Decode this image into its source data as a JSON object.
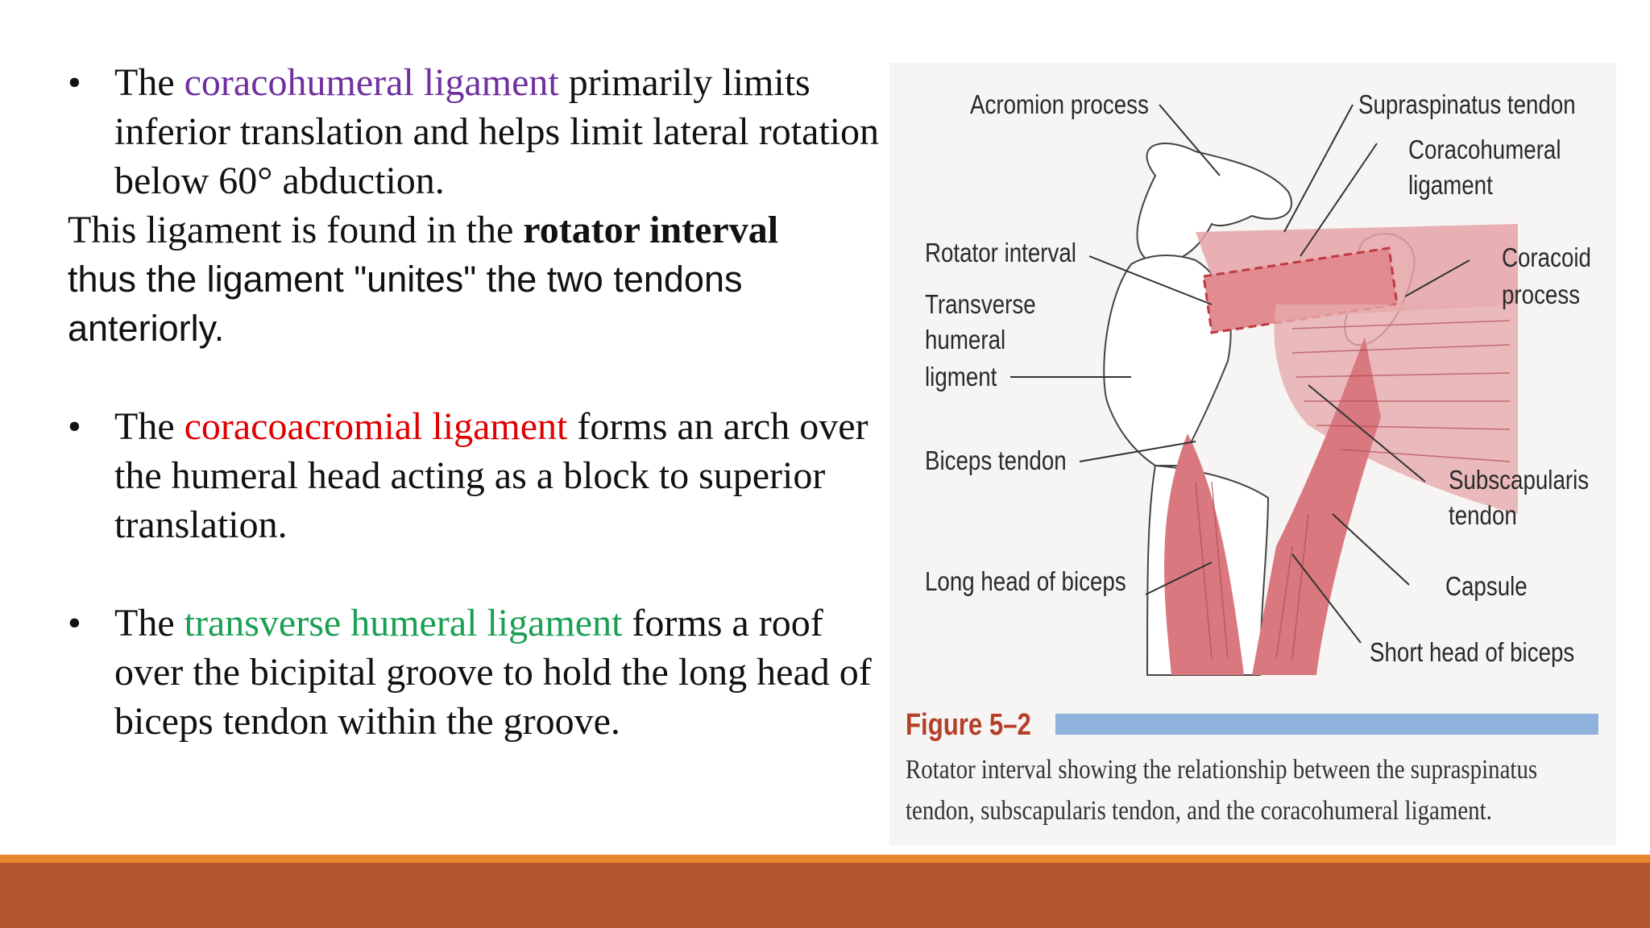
{
  "paragraphs": {
    "p1": {
      "bullet": "•",
      "pre": "The ",
      "highlight": "coracohumeral ligament",
      "post": " primarily limits inferior translation and helps limit lateral rotation below 60° abduction."
    },
    "p2": {
      "pre": "This ligament is found in the ",
      "bold": "rotator interval",
      "line2": "thus the ligament \"unites\" the two tendons anteriorly."
    },
    "p3": {
      "bullet": "•",
      "pre": "The ",
      "highlight": "coracoacromial ligament",
      "post": " forms an arch over the humeral head acting as a block to superior translation."
    },
    "p4": {
      "bullet": "•",
      "pre": "The ",
      "highlight": "transverse humeral ligament",
      "post": " forms a roof over the bicipital groove to hold the long head of biceps tendon within the groove."
    }
  },
  "colors": {
    "purple": "#7030a0",
    "red": "#e00000",
    "green": "#1aa052",
    "footer_band": "#b5562f",
    "footer_line": "#e8862a",
    "figure_title": "#b5402a",
    "figure_bar": "#8fb2dc"
  },
  "figure": {
    "labels": {
      "acromion": "Acromion process",
      "supraspinatus": "Supraspinatus tendon",
      "coracohumeral_1": "Coracohumeral",
      "coracohumeral_2": "ligament",
      "rotator_interval": "Rotator interval",
      "coracoid_1": "Coracoid",
      "coracoid_2": "process",
      "transverse_1": "Transverse",
      "transverse_2": "humeral",
      "transverse_3": "ligment",
      "biceps_tendon": "Biceps tendon",
      "subscapularis_1": "Subscapularis",
      "subscapularis_2": "tendon",
      "long_head": "Long head of biceps",
      "capsule": "Capsule",
      "short_head": "Short head of biceps"
    },
    "title": "Figure 5–2",
    "caption": "Rotator interval showing the relationship between the supraspinatus tendon, subscapularis tendon, and the coracohumeral ligament."
  }
}
